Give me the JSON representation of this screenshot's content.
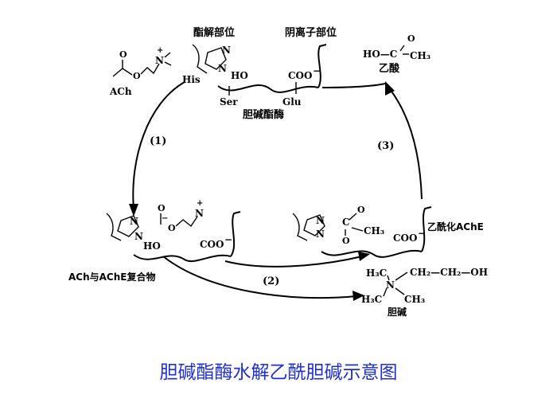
{
  "caption": "胆碱酯酶水解乙酰胆碱示意图",
  "colors": {
    "caption": "#1f2fd6",
    "ink": "#000000"
  },
  "labels": {
    "ester_site": "酯解部位",
    "anion_site": "阴离子部位",
    "ache_enzyme": "胆碱酯酶",
    "his": "His",
    "ser": "Ser",
    "glu": "Glu",
    "ach": "ACh",
    "acetic_acid": "乙酸",
    "complex": "ACh与AChE复合物",
    "acetyl_ache": "乙酰化AChE",
    "choline": "胆碱"
  },
  "steps": [
    "(1)",
    "(2)",
    "(3)"
  ],
  "atoms": {
    "N": "N",
    "N_plus": "N",
    "plus": "+",
    "O": "O",
    "C": "C",
    "HO": "HO",
    "COO": "COO",
    "minus": "−",
    "HO_C": "HO—C",
    "CH3": "CH₃",
    "H3C": "H₃C",
    "CH2_CH2_OH": "CH₂—CH₂—OH"
  }
}
